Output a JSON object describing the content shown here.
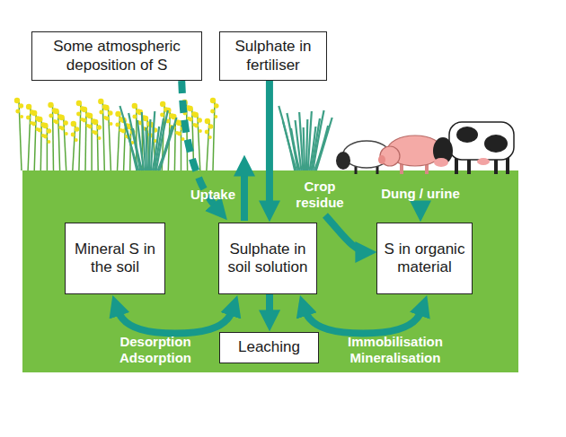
{
  "diagram": {
    "nodes": [
      {
        "text": [
          "Some atmospheric deposition of S"
        ]
      },
      {
        "text": [
          "Sulphate in fertiliser"
        ]
      },
      {
        "text": [
          "Mineral S in the soil"
        ]
      },
      {
        "text": [
          "Sulphate in soil solution"
        ]
      },
      {
        "text": [
          "S in organic material"
        ]
      },
      {
        "text": [
          "Leaching"
        ]
      }
    ],
    "edges": [
      {
        "from": 0,
        "to": 3,
        "arrow": "to"
      },
      {
        "from": 1,
        "to": 3,
        "arrow": "to"
      },
      {
        "from": 2,
        "to": 3,
        "label": "Desorption Adsorption",
        "arrow": "both"
      },
      {
        "from": 3,
        "to": 4,
        "label": "Immobilisation Mineralisation",
        "arrow": "both"
      },
      {
        "from": 3,
        "to": 5,
        "arrow": "to"
      }
    ],
    "labels": [
      "Uptake",
      "Crop residue",
      "Dung / urine"
    ]
  }
}
